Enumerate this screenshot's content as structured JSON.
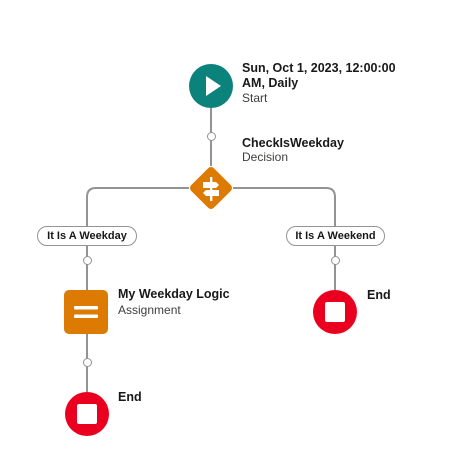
{
  "flow": {
    "start": {
      "title_line1": "Sun, Oct 1, 2023, 12:00:00",
      "title_line2": "AM, Daily",
      "subtitle": "Start",
      "icon": "play-icon"
    },
    "decision": {
      "title": "CheckIsWeekday",
      "subtitle": "Decision",
      "icon": "signpost-icon"
    },
    "branches": {
      "left_label": "It Is A Weekday",
      "right_label": "It Is A Weekend"
    },
    "assignment": {
      "title": "My Weekday Logic",
      "subtitle": "Assignment",
      "icon": "equals-icon"
    },
    "end_left": {
      "title": "End",
      "icon": "stop-icon"
    },
    "end_right": {
      "title": "End",
      "icon": "stop-icon"
    }
  },
  "colors": {
    "start": "#0b827c",
    "logic": "#dd7a01",
    "end": "#ea001e",
    "connector": "#939393"
  }
}
